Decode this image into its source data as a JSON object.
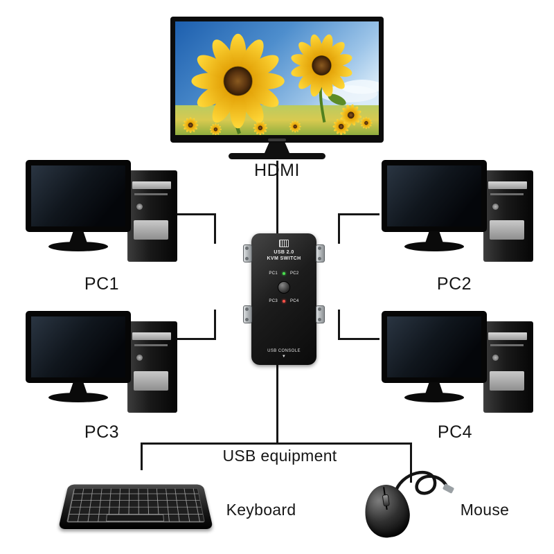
{
  "labels": {
    "hdmi": "HDMI",
    "usb_equipment": "USB equipment",
    "keyboard": "Keyboard",
    "mouse": "Mouse"
  },
  "pcs": [
    "PC1",
    "PC2",
    "PC3",
    "PC4"
  ],
  "kvm": {
    "title_line1": "USB 2.0",
    "title_line2": "KVM SWITCH",
    "ports": [
      "PC1",
      "PC2",
      "PC3",
      "PC4"
    ],
    "console": "USB CONSOLE",
    "console_arrow": "▼"
  },
  "colors": {
    "background": "#ffffff",
    "line": "#161616",
    "sunflower_yellow": "#f3c11d",
    "sky_blue": "#3c7cc0"
  }
}
